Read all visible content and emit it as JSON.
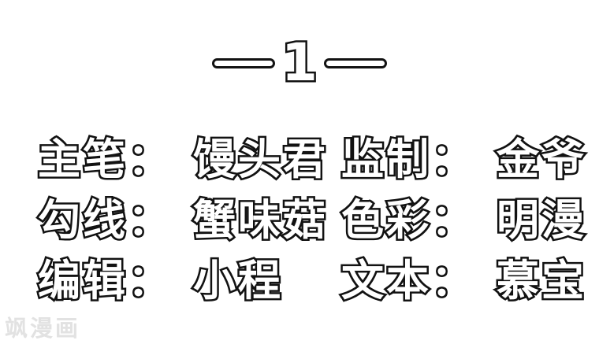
{
  "title": {
    "chapter_number": "1"
  },
  "credits": {
    "rows": [
      {
        "left": {
          "label": "主笔：",
          "name": "馒头君"
        },
        "right": {
          "label": "监制：",
          "name": "金爷"
        }
      },
      {
        "left": {
          "label": "勾线：",
          "name": "蟹味菇"
        },
        "right": {
          "label": "色彩：",
          "name": "明漫"
        }
      },
      {
        "left": {
          "label": "编辑：",
          "name": "小程"
        },
        "right": {
          "label": "文本：",
          "name": "慕宝"
        }
      }
    ]
  },
  "watermark": {
    "text": "飒漫画"
  },
  "colors": {
    "background": "#ffffff",
    "text_fill": "#ffffff",
    "text_outline": "#121212",
    "watermark": "#e2e2e2"
  }
}
